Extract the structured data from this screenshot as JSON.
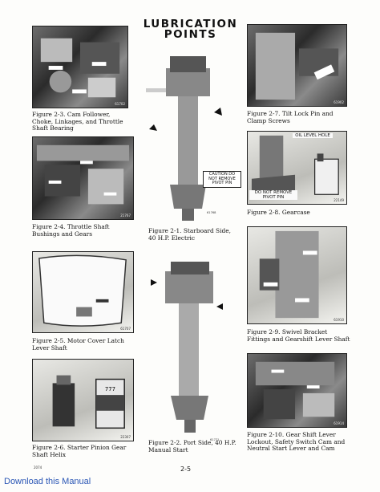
{
  "title": {
    "line1": "LUBRICATION",
    "line2": "POINTS"
  },
  "figures": {
    "fig2_3": {
      "num": "Figure 2-3.",
      "text": "Cam Follower, Choke, Linkages, and Throttle Shaft Bearing",
      "code": "61702"
    },
    "fig2_4": {
      "num": "Figure 2-4.",
      "text": "Throttle Shaft Bushings and Gears",
      "code": "21767"
    },
    "fig2_5": {
      "num": "Figure 2-5.",
      "text": "Motor Cover Latch Lever Shaft",
      "code": "61707"
    },
    "fig2_6": {
      "num": "Figure 2-6.",
      "text": "Starter Pinion Gear Shaft Helix",
      "code": "22307",
      "can_label": "777"
    },
    "fig2_1": {
      "num": "Figure 2-1.",
      "text": "Starboard Side, 40 H.P. Electric",
      "code": "61768",
      "caution": "CAUTION DO NOT REMOVE PIVOT PIN"
    },
    "fig2_2": {
      "num": "Figure 2-2.",
      "text": "Port Side, 40 H.P. Manual Start",
      "code": "61771"
    },
    "fig2_7": {
      "num": "Figure 2-7.",
      "text": "Tilt Lock Pin and Clamp Screws",
      "code": "61902"
    },
    "fig2_8": {
      "num": "Figure 2-8.",
      "text": "Gearcase",
      "code": "22149",
      "oil_label": "OIL LEVEL HOLE",
      "pivot_label": "DO NOT REMOVE PIVOT PIN"
    },
    "fig2_9": {
      "num": "Figure 2-9.",
      "text": "Swivel Bracket Fittings and Gearshift Lever Shaft",
      "code": "61910"
    },
    "fig2_10": {
      "num": "Figure 2-10.",
      "text": "Gear Shift Lever Lockout, Safety Switch Cam and Neutral Start Lever and Cam",
      "code": "61914"
    }
  },
  "footer": {
    "page": "2-5",
    "left_code": "2074"
  },
  "download": "Download this Manual"
}
